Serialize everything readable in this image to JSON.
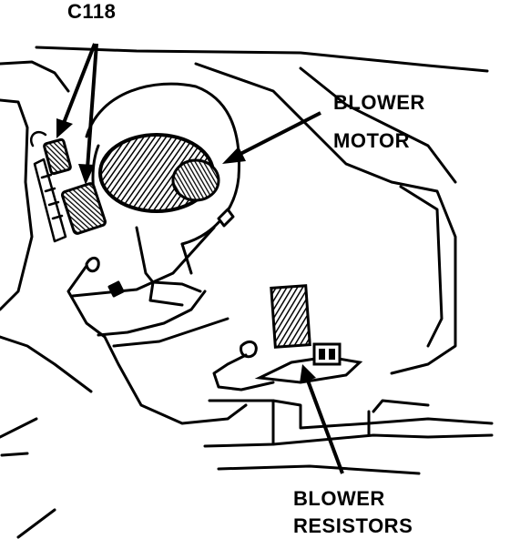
{
  "labels": {
    "connector": "C118",
    "blower_motor_line1": "BLOWER",
    "blower_motor_line2": "MOTOR",
    "blower_resistors_line1": "BLOWER",
    "blower_resistors_line2": "RESISTORS"
  },
  "colors": {
    "ink": "#000000",
    "background": "#ffffff"
  }
}
